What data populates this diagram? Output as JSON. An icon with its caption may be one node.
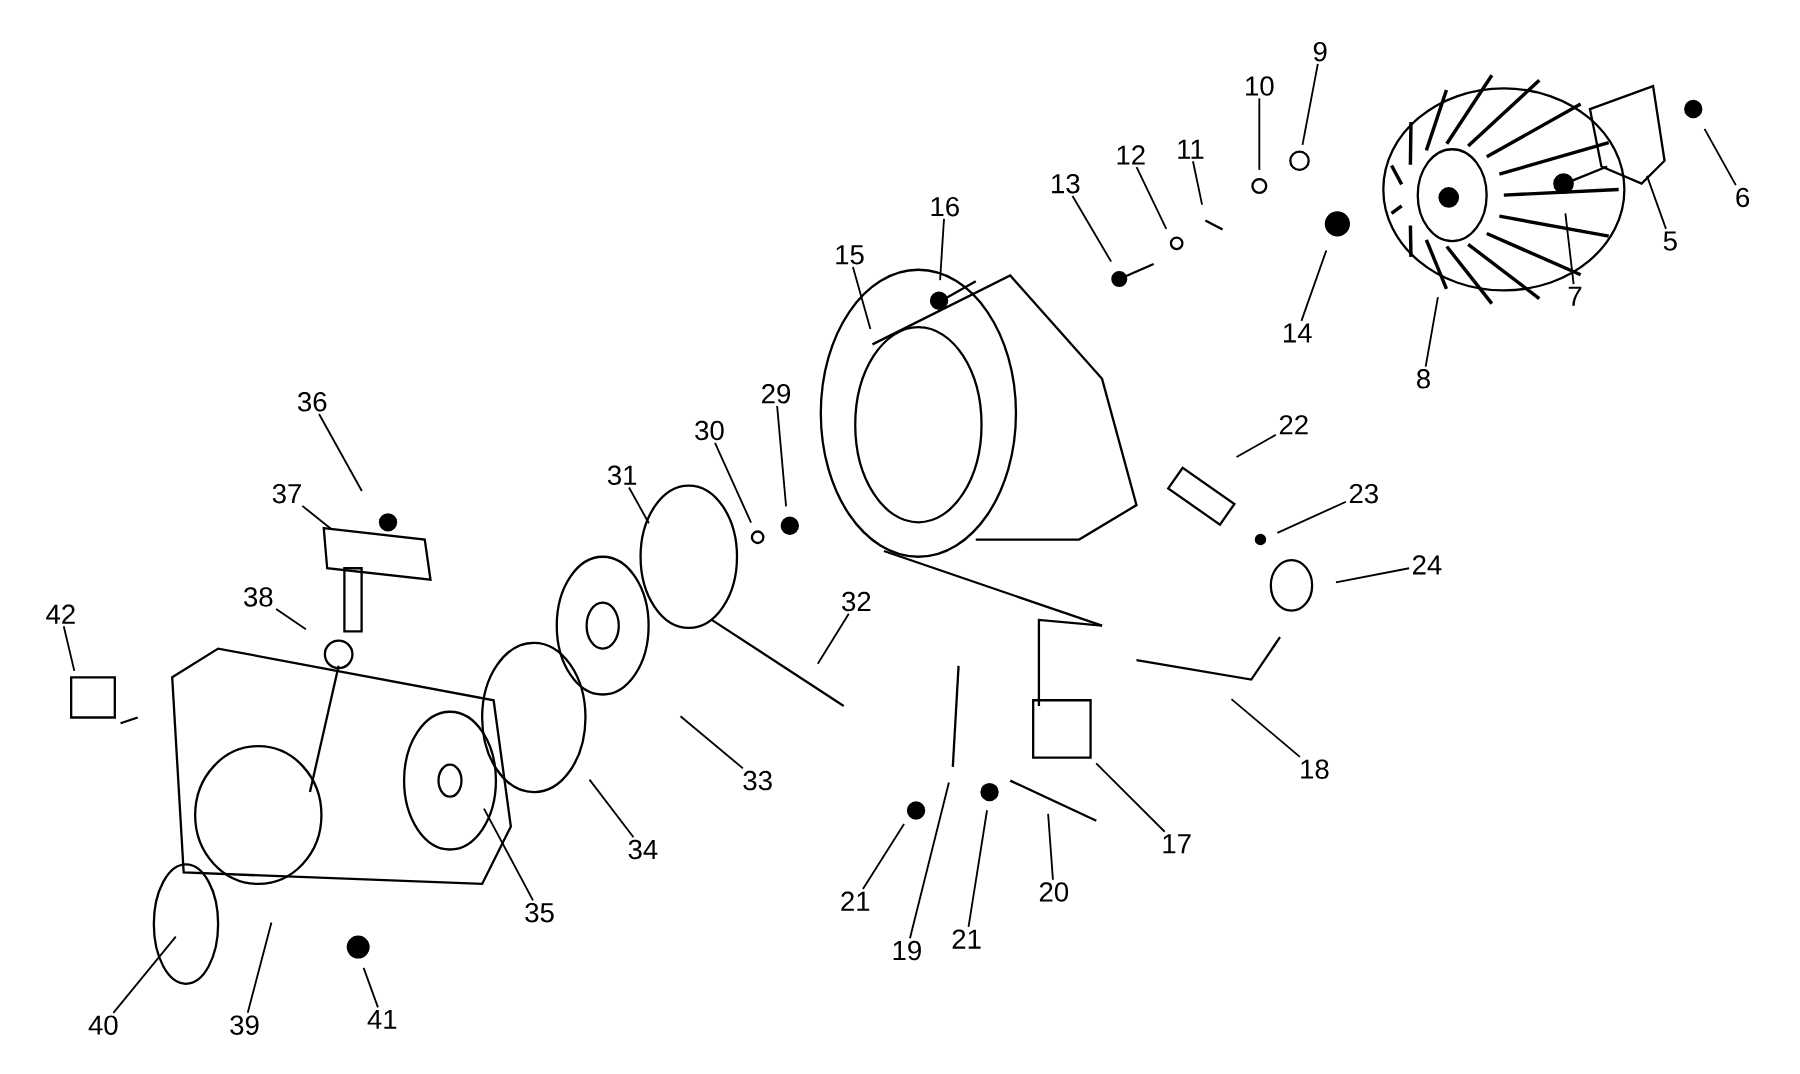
{
  "diagram": {
    "nodes": [
      {
        "text": [
          "5"
        ]
      },
      {
        "text": [
          "6"
        ]
      },
      {
        "text": [
          "7"
        ]
      },
      {
        "text": [
          "8"
        ]
      },
      {
        "text": [
          "9"
        ]
      },
      {
        "text": [
          "10"
        ]
      },
      {
        "text": [
          "11"
        ]
      },
      {
        "text": [
          "12"
        ]
      },
      {
        "text": [
          "13"
        ]
      },
      {
        "text": [
          "14"
        ]
      },
      {
        "text": [
          "15"
        ]
      },
      {
        "text": [
          "16"
        ]
      },
      {
        "text": [
          "17"
        ]
      },
      {
        "text": [
          "18"
        ]
      },
      {
        "text": [
          "19"
        ]
      },
      {
        "text": [
          "20"
        ]
      },
      {
        "text": [
          "21"
        ]
      },
      {
        "text": [
          "21"
        ]
      },
      {
        "text": [
          "22"
        ]
      },
      {
        "text": [
          "23"
        ]
      },
      {
        "text": [
          "24"
        ]
      },
      {
        "text": [
          "29"
        ]
      },
      {
        "text": [
          "30"
        ]
      },
      {
        "text": [
          "31"
        ]
      },
      {
        "text": [
          "32"
        ]
      },
      {
        "text": [
          "33"
        ]
      },
      {
        "text": [
          "34"
        ]
      },
      {
        "text": [
          "35"
        ]
      },
      {
        "text": [
          "36"
        ]
      },
      {
        "text": [
          "37"
        ]
      },
      {
        "text": [
          "38"
        ]
      },
      {
        "text": [
          "39"
        ]
      },
      {
        "text": [
          "40"
        ]
      },
      {
        "text": [
          "41"
        ]
      },
      {
        "text": [
          "42"
        ]
      }
    ],
    "edges": [
      {
        "from": 0,
        "to": null,
        "arrow": "none"
      },
      {
        "from": 1,
        "to": null,
        "arrow": "none"
      },
      {
        "from": 2,
        "to": null,
        "arrow": "none"
      },
      {
        "from": 3,
        "to": null,
        "arrow": "none"
      },
      {
        "from": 4,
        "to": null,
        "arrow": "none"
      },
      {
        "from": 5,
        "to": null,
        "arrow": "none"
      },
      {
        "from": 6,
        "to": null,
        "arrow": "none"
      },
      {
        "from": 7,
        "to": null,
        "arrow": "none"
      },
      {
        "from": 8,
        "to": null,
        "arrow": "none"
      },
      {
        "from": 9,
        "to": null,
        "arrow": "none"
      },
      {
        "from": 10,
        "to": null,
        "arrow": "none"
      },
      {
        "from": 11,
        "to": null,
        "arrow": "none"
      },
      {
        "from": 12,
        "to": null,
        "arrow": "none"
      },
      {
        "from": 13,
        "to": null,
        "arrow": "none"
      },
      {
        "from": 14,
        "to": null,
        "arrow": "none"
      },
      {
        "from": 15,
        "to": null,
        "arrow": "none"
      },
      {
        "from": 16,
        "to": null,
        "arrow": "none"
      },
      {
        "from": 17,
        "to": null,
        "arrow": "none"
      },
      {
        "from": 18,
        "to": null,
        "arrow": "none"
      },
      {
        "from": 19,
        "to": null,
        "arrow": "none"
      },
      {
        "from": 20,
        "to": null,
        "arrow": "none"
      },
      {
        "from": 21,
        "to": null,
        "arrow": "none"
      },
      {
        "from": 22,
        "to": null,
        "arrow": "none"
      },
      {
        "from": 23,
        "to": null,
        "arrow": "none"
      },
      {
        "from": 24,
        "to": null,
        "arrow": "none"
      },
      {
        "from": 25,
        "to": null,
        "arrow": "none"
      },
      {
        "from": 26,
        "to": null,
        "arrow": "none"
      },
      {
        "from": 27,
        "to": null,
        "arrow": "none"
      },
      {
        "from": 28,
        "to": null,
        "arrow": "none"
      },
      {
        "from": 29,
        "to": null,
        "arrow": "none"
      },
      {
        "from": 30,
        "to": null,
        "arrow": "none"
      },
      {
        "from": 31,
        "to": null,
        "arrow": "none"
      },
      {
        "from": 32,
        "to": null,
        "arrow": "none"
      },
      {
        "from": 33,
        "to": null,
        "arrow": "none"
      },
      {
        "from": 34,
        "to": null,
        "arrow": "none"
      }
    ]
  }
}
